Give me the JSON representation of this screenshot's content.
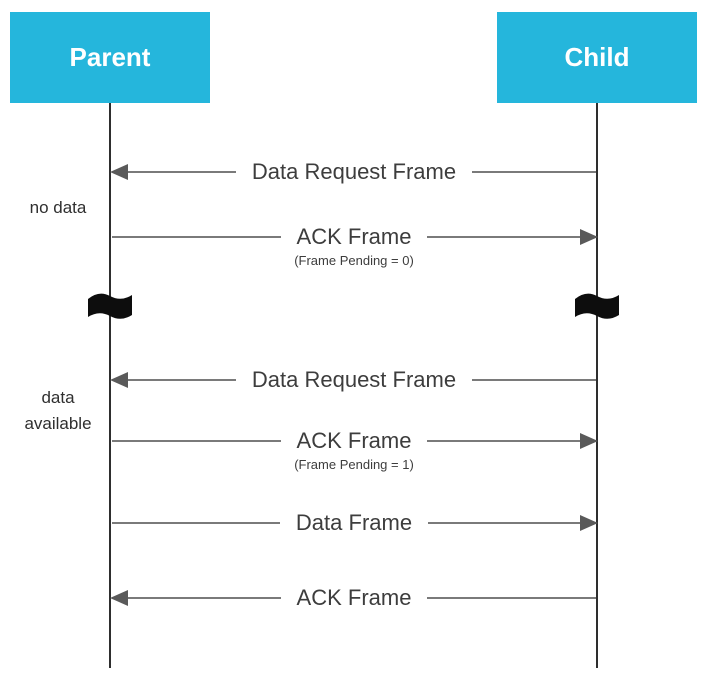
{
  "diagram": {
    "type": "sequence",
    "actors": [
      {
        "label": "Parent"
      },
      {
        "label": "Child"
      }
    ],
    "side_labels": [
      {
        "text": "no data"
      },
      {
        "text": "data available"
      }
    ],
    "messages": [
      {
        "label": "Data Request Frame",
        "from": "Child",
        "to": "Parent",
        "direction": "left"
      },
      {
        "label": "ACK Frame",
        "sublabel": "(Frame Pending = 0)",
        "from": "Parent",
        "to": "Child",
        "direction": "right"
      },
      {
        "label": "Data Request Frame",
        "from": "Child",
        "to": "Parent",
        "direction": "left"
      },
      {
        "label": "ACK Frame",
        "sublabel": "(Frame Pending = 1)",
        "from": "Parent",
        "to": "Child",
        "direction": "right"
      },
      {
        "label": "Data Frame",
        "from": "Parent",
        "to": "Child",
        "direction": "right"
      },
      {
        "label": "ACK Frame",
        "from": "Child",
        "to": "Parent",
        "direction": "left"
      }
    ],
    "time_breaks": 2,
    "colors": {
      "actor_bg": "#25b6dc",
      "actor_text": "#ffffff",
      "lifeline": "#2e2e2e",
      "arrow": "#7a7a7a",
      "text": "#3d3d3d"
    }
  }
}
